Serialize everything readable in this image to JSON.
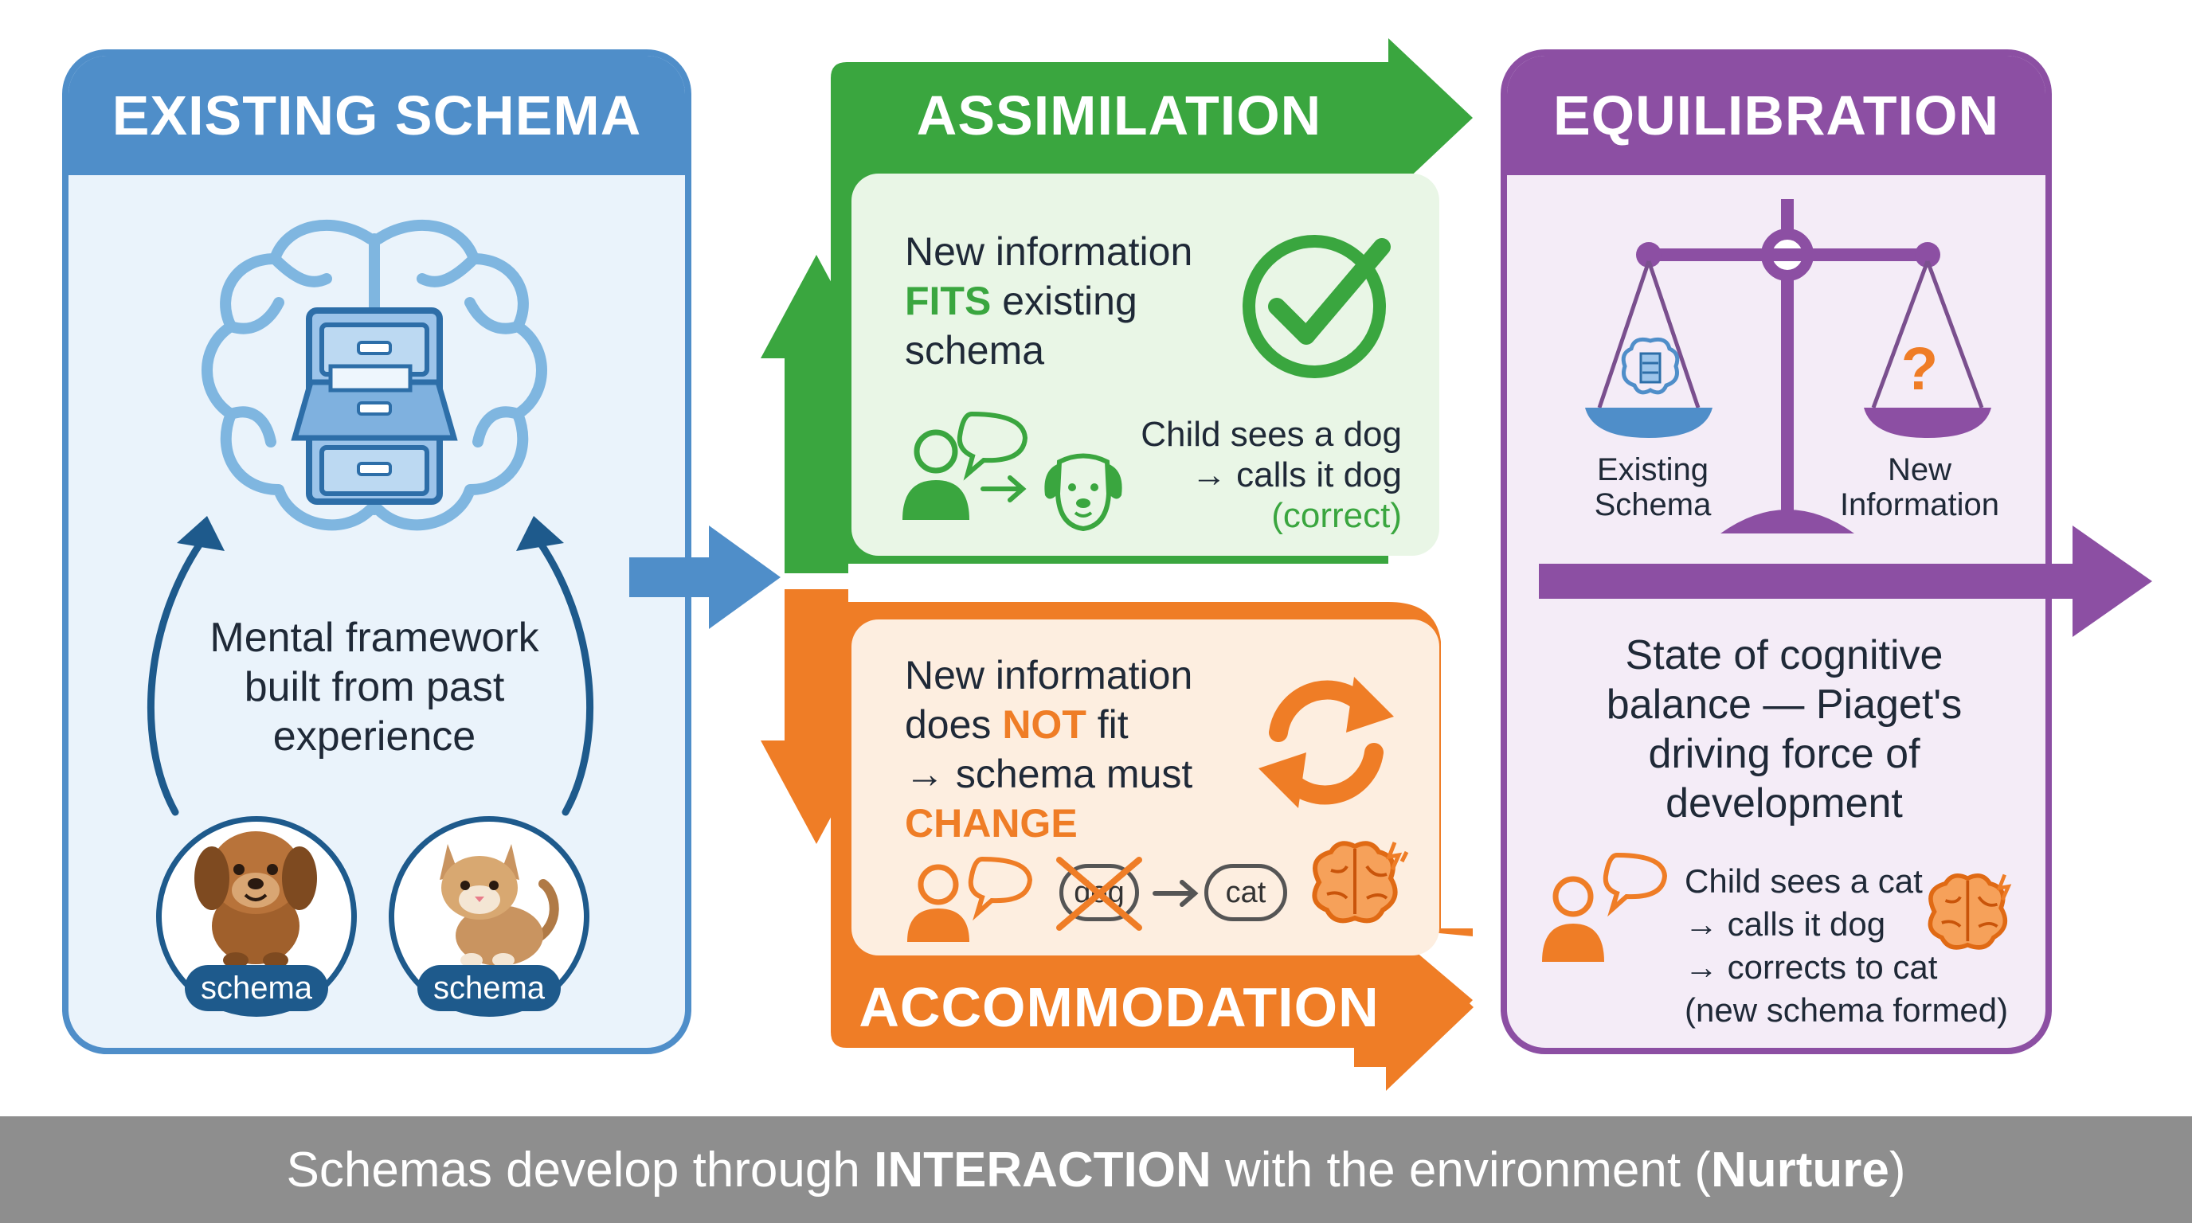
{
  "colors": {
    "blue": "#4f8ec9",
    "blue_dark": "#1e5a8c",
    "green": "#3aa63f",
    "orange": "#ef7d26",
    "purple": "#8c4fa3",
    "footer_bg": "#8e8e8e"
  },
  "existing_schema": {
    "title": "EXISTING SCHEMA",
    "description": "Mental framework built from past experience",
    "schema_examples": [
      {
        "label": "schema",
        "icon": "dog-icon"
      },
      {
        "label": "schema",
        "icon": "cat-icon"
      }
    ]
  },
  "assimilation": {
    "title": "ASSIMILATION",
    "line1": "New information",
    "fits_word": "FITS",
    "line2_rest": " existing",
    "line3": "schema",
    "example_line1": "Child sees a dog",
    "example_line2": "→ calls it dog",
    "example_line3": "(correct)"
  },
  "accommodation": {
    "title": "ACCOMMODATION",
    "line1": "New information",
    "line2_pre": "does ",
    "not_word": "NOT",
    "line2_post": " fit",
    "line3": "→ schema must",
    "change_word": "CHANGE",
    "crossed_word": "dog",
    "new_word": "cat"
  },
  "equilibration": {
    "title": "EQUILIBRATION",
    "left_pan_label_1": "Existing",
    "left_pan_label_2": "Schema",
    "right_pan_label_1": "New",
    "right_pan_label_2": "Information",
    "question_mark": "?",
    "description": "State of cognitive balance — Piaget's driving force of development",
    "example_line1": "Child sees a cat",
    "example_line2": "→ calls it dog",
    "example_line3": "→ corrects to cat",
    "example_line4": "(new schema formed)"
  },
  "footer": {
    "pre": "Schemas develop through ",
    "bold1": "INTERACTION",
    "mid": " with the environment (",
    "bold2": "Nurture",
    "post": ")"
  }
}
